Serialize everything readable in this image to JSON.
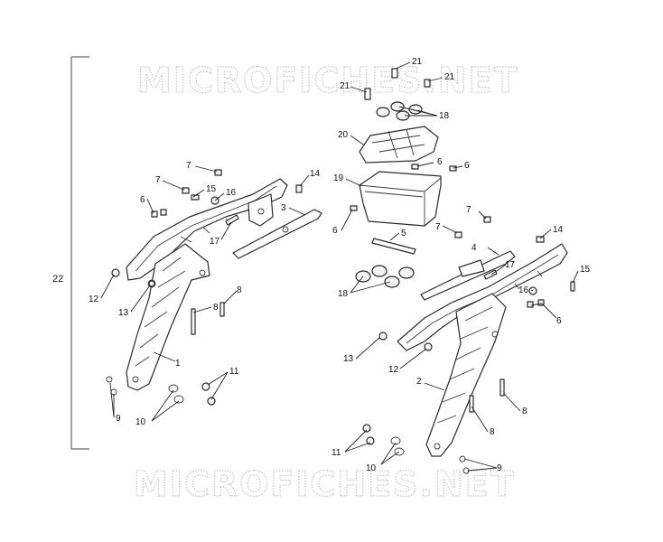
{
  "watermark": {
    "top": "MICROFICHES.NET",
    "bottom": "MICROFICHES.NET"
  },
  "assembly_label": "22",
  "callouts": {
    "c1": "1",
    "c2": "2",
    "c3": "3",
    "c4": "4",
    "c5": "5",
    "c6a": "6",
    "c6b": "6",
    "c6c": "6",
    "c6d": "6",
    "c6e": "6",
    "c7a": "7",
    "c7b": "7",
    "c7c": "7",
    "c7d": "7",
    "c8a": "8",
    "c8b": "8",
    "c8c": "8",
    "c8d": "8",
    "c9a": "9",
    "c9b": "9",
    "c10a": "10",
    "c10b": "10",
    "c11a": "11",
    "c11b": "11",
    "c12a": "12",
    "c12b": "12",
    "c13a": "13",
    "c13b": "13",
    "c14a": "14",
    "c14b": "14",
    "c15a": "15",
    "c15b": "15",
    "c16a": "16",
    "c16b": "16",
    "c17a": "17",
    "c17b": "17",
    "c18a": "18",
    "c18b": "18",
    "c19": "19",
    "c20": "20",
    "c21a": "21",
    "c21b": "21",
    "c21c": "21"
  }
}
